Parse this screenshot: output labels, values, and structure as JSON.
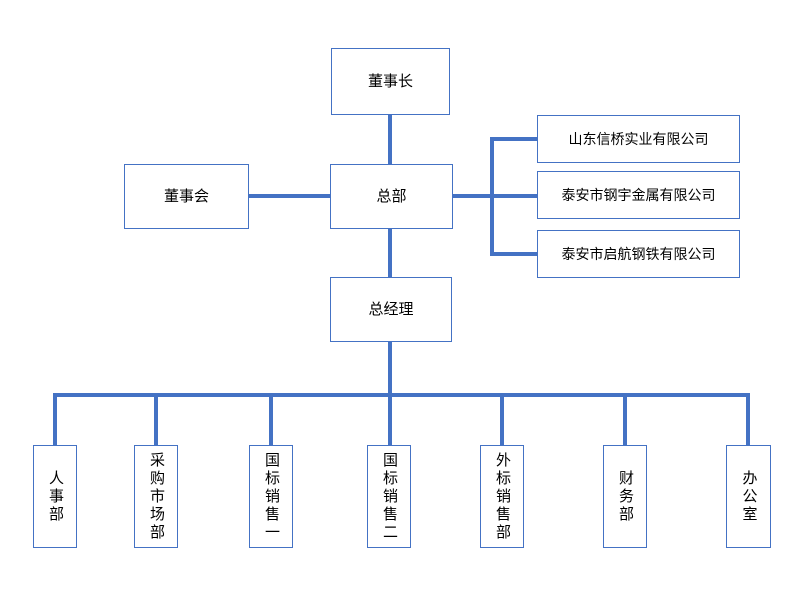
{
  "colors": {
    "connector": "#4472C4",
    "node_border": "#4472C4",
    "node_fill": "#FFFFFF",
    "text": "#000000",
    "background": "#FFFFFF"
  },
  "nodes": {
    "chairman": {
      "label": "董事长"
    },
    "board": {
      "label": "董事会"
    },
    "hq": {
      "label": "总部"
    },
    "gm": {
      "label": "总经理"
    },
    "subsidiaries": [
      {
        "label": "山东信桥实业有限公司"
      },
      {
        "label": "泰安市钢宇金属有限公司"
      },
      {
        "label": "泰安市启航钢铁有限公司"
      }
    ],
    "departments": [
      {
        "label": "人事部"
      },
      {
        "label": "采购市场部"
      },
      {
        "label": "国标销售一"
      },
      {
        "label": "国标销售二"
      },
      {
        "label": "外标销售部"
      },
      {
        "label": "财务部"
      },
      {
        "label": "办公室"
      }
    ]
  },
  "edges": [
    "董事长 → 总部",
    "董事会 → 总部",
    "总部 → 山东信桥实业有限公司",
    "总部 → 泰安市钢宇金属有限公司",
    "总部 → 泰安市启航钢铁有限公司",
    "总部 → 总经理",
    "总经理 → 人事部",
    "总经理 → 采购市场部",
    "总经理 → 国标销售一",
    "总经理 → 国标销售二",
    "总经理 → 外标销售部",
    "总经理 → 财务部",
    "总经理 → 办公室"
  ]
}
